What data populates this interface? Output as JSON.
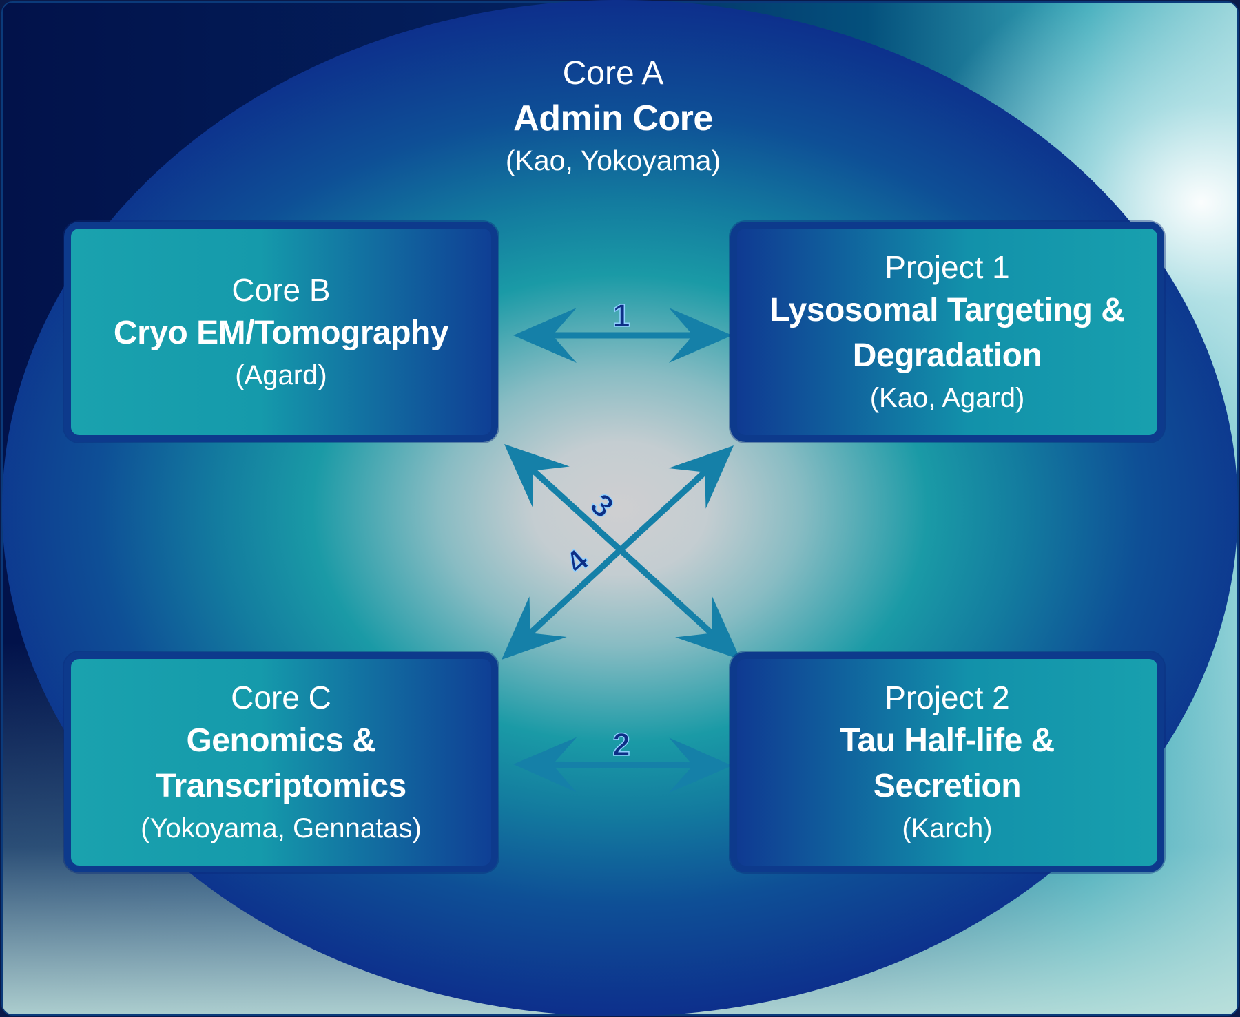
{
  "core_a": {
    "label": "Core A",
    "name": "Admin Core",
    "people": "(Kao, Yokoyama)"
  },
  "core_b": {
    "label": "Core B",
    "name": "Cryo EM/Tomography",
    "people": "(Agard)"
  },
  "project_1": {
    "label": "Project 1",
    "name_line1": "Lysosomal Targeting &",
    "name_line2": "Degradation",
    "people": "(Kao, Agard)"
  },
  "core_c": {
    "label": "Core C",
    "name_line1": "Genomics &",
    "name_line2": "Transcriptomics",
    "people": "(Yokoyama, Gennatas)"
  },
  "project_2": {
    "label": "Project 2",
    "name_line1": "Tau Half-life &",
    "name_line2": "Secretion",
    "people": "(Karch)"
  },
  "arrows": [
    {
      "label": "1",
      "from": "Core B",
      "to": "Project 1"
    },
    {
      "label": "2",
      "from": "Core C",
      "to": "Project 2"
    },
    {
      "label": "3",
      "from": "Core B",
      "to": "Project 2"
    },
    {
      "label": "4",
      "from": "Core C",
      "to": "Project 1"
    }
  ],
  "colors": {
    "arrow": "#1580a8",
    "box_border": "#0d3a8c",
    "number_text": "#0d2f86",
    "text": "#ffffff"
  }
}
